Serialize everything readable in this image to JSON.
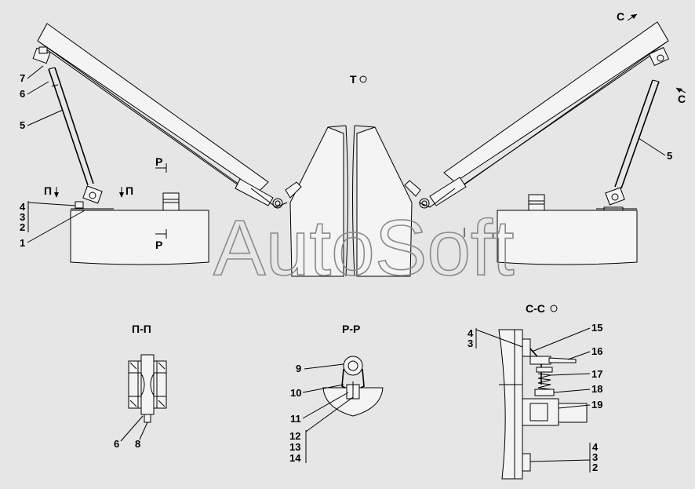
{
  "watermark": "AutoSoft",
  "view_marks": {
    "t": "Т",
    "c_top": "C",
    "c_right": "C",
    "p_left": "П",
    "p_right": "П",
    "r_top": "Р",
    "r_bottom": "Р"
  },
  "sections": {
    "pp": "П-П",
    "rr": "Р-Р",
    "cc": "С-С"
  },
  "callouts": {
    "main_left": [
      "7",
      "6",
      "5",
      "4",
      "3",
      "2",
      "1"
    ],
    "main_right": [
      "5"
    ],
    "pp": [
      "6",
      "8"
    ],
    "rr": [
      "9",
      "10",
      "11",
      "12",
      "13",
      "14"
    ],
    "cc_left": [
      "4",
      "3"
    ],
    "cc_right": [
      "15",
      "16",
      "17",
      "18",
      "19"
    ],
    "cc_bottom": [
      "4",
      "3",
      "2"
    ]
  },
  "colors": {
    "background": "#e6e6e6",
    "line": "#000000",
    "watermark": "#8a8a8a"
  }
}
